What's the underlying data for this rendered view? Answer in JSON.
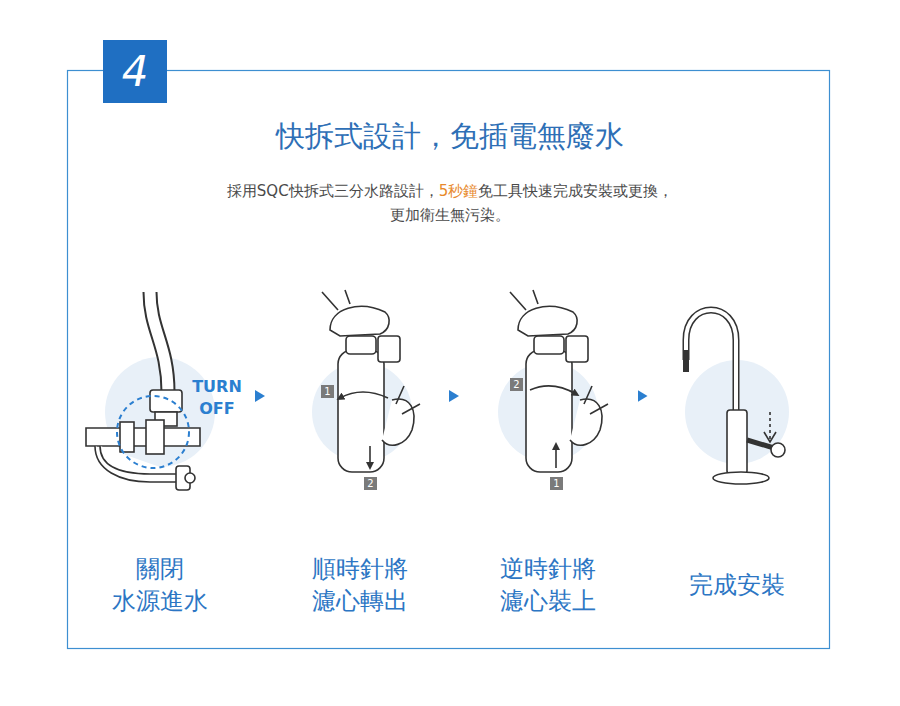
{
  "diagram": {
    "title": "快拆式設計，免插電無廢水",
    "nodes": [
      {
        "text": [
          "4"
        ]
      },
      {
        "text": [
          "關閉 水源進水"
        ]
      },
      {
        "text": [
          "順時針將 濾心轉出"
        ]
      },
      {
        "text": [
          "逆時針將 濾心裝上"
        ]
      },
      {
        "text": [
          "完成安裝"
        ]
      }
    ],
    "edges": [
      {
        "from": 1,
        "to": 2,
        "arrow": "to"
      },
      {
        "from": 2,
        "to": 3,
        "arrow": "to"
      },
      {
        "from": 3,
        "to": 4,
        "arrow": "to"
      }
    ],
    "labels": [
      "採用SQC快拆式三分水路設計，",
      "5秒鐘",
      "免工具快速完成安裝或更換，",
      "更加衛生無污染。",
      "TURN OFF",
      "1",
      "2",
      "2",
      "1"
    ]
  }
}
